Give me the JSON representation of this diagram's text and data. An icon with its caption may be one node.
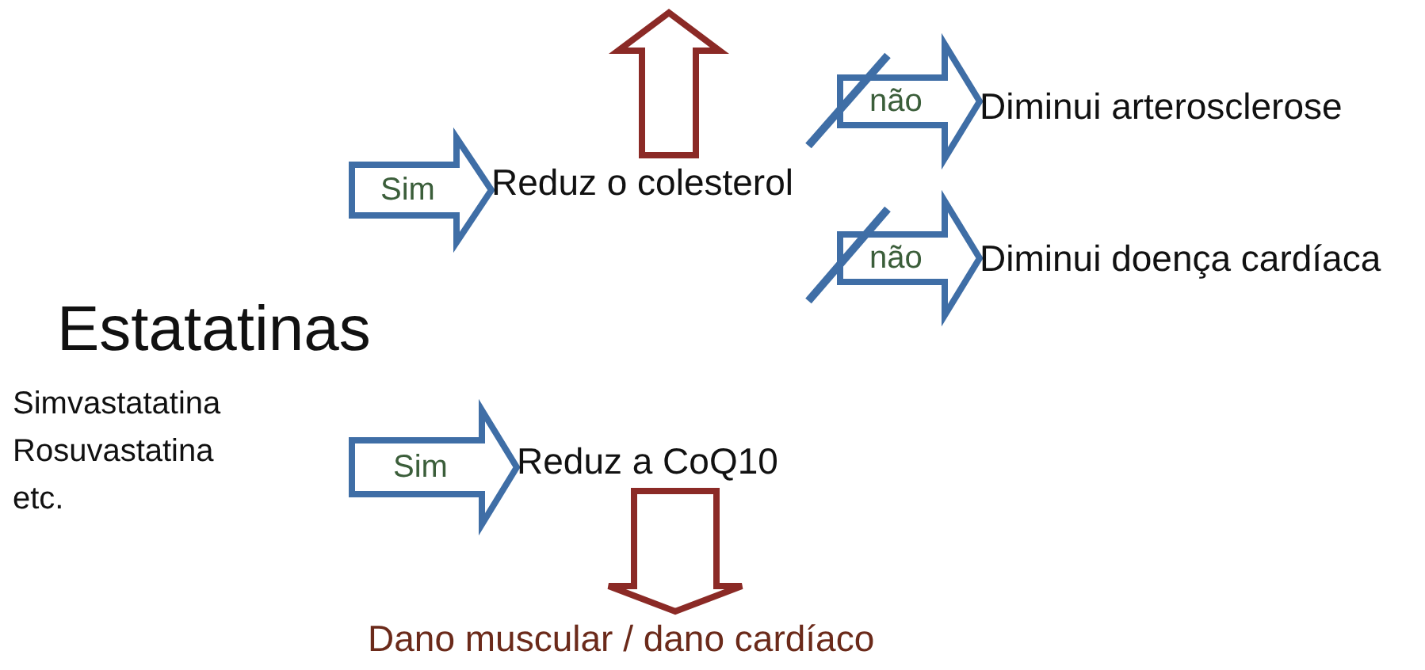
{
  "diagram": {
    "nodes": [
      {
        "text": [
          "Estatatinas",
          "Simvastatatina",
          "Rosuvastatina",
          "etc."
        ]
      },
      {
        "text": [
          "Reduz o colesterol"
        ]
      },
      {
        "text": [
          "Diminui arterosclerose"
        ]
      },
      {
        "text": [
          "Diminui doença cardíaca"
        ]
      },
      {
        "text": [
          "Reduz a CoQ10"
        ]
      },
      {
        "text": [
          "Dano muscular / dano cardíaco"
        ]
      }
    ],
    "edges": [
      {
        "from": 0,
        "to": 1,
        "arrow": "to",
        "label": "Sim"
      },
      {
        "from": 1,
        "to": 2,
        "arrow": "to",
        "label": "não"
      },
      {
        "from": 1,
        "to": 3,
        "arrow": "to",
        "label": "não"
      },
      {
        "from": 1,
        "to": null,
        "arrow": "to",
        "color": "#8b2a26"
      },
      {
        "from": 0,
        "to": 4,
        "arrow": "to",
        "label": "Sim"
      },
      {
        "from": 4,
        "to": 5,
        "arrow": "to",
        "color": "#8b2a26"
      }
    ]
  }
}
